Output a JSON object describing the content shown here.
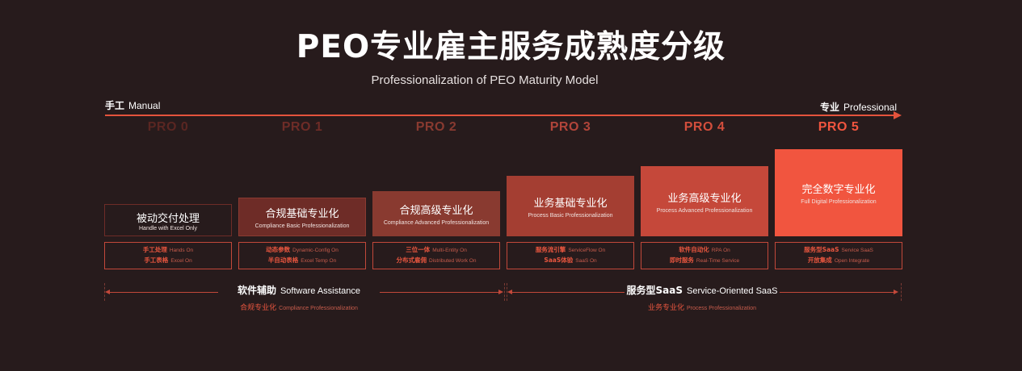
{
  "title": "PEO专业雇主服务成熟度分级",
  "subtitle": "Professionalization of PEO Maturity Model",
  "scale": {
    "left_cn": "手工",
    "left_en": "Manual",
    "right_cn": "专业",
    "right_en": "Professional"
  },
  "levels": [
    {
      "label": "PRO 0",
      "cn": "被动交付处理",
      "en": "Handle with Excel Only",
      "features": [
        {
          "cn": "手工处理",
          "en": "Hands On"
        },
        {
          "cn": "手工表格",
          "en": "Excel On"
        }
      ]
    },
    {
      "label": "PRO 1",
      "cn": "合规基础专业化",
      "en": "Compliance Basic Professionalization",
      "features": [
        {
          "cn": "动态参数",
          "en": "Dynamic-Config On"
        },
        {
          "cn": "半自动表格",
          "en": "Excel Temp On"
        }
      ]
    },
    {
      "label": "PRO 2",
      "cn": "合规高级专业化",
      "en": "Compliance Advanced Professionalization",
      "features": [
        {
          "cn": "三位一体",
          "en": "Multi-Entity On"
        },
        {
          "cn": "分布式雇佣",
          "en": "Distributed Work On"
        }
      ]
    },
    {
      "label": "PRO 3",
      "cn": "业务基础专业化",
      "en": "Process Basic Professionalization",
      "features": [
        {
          "cn": "服务流引擎",
          "en": "ServiceFlow  On"
        },
        {
          "cn": "SaaS体验",
          "en": "SaaS On"
        }
      ]
    },
    {
      "label": "PRO 4",
      "cn": "业务高级专业化",
      "en": "Process Advanced Professionalization",
      "features": [
        {
          "cn": "软件自动化",
          "en": "RPA On"
        },
        {
          "cn": "即时服务",
          "en": "Real-Time Service"
        }
      ]
    },
    {
      "label": "PRO 5",
      "cn": "完全数字专业化",
      "en": "Full Digital Professionalization",
      "features": [
        {
          "cn": "服务型SaaS",
          "en": "Service SaaS"
        },
        {
          "cn": "开放集成",
          "en": "Open Integrate"
        }
      ]
    }
  ],
  "phases": [
    {
      "title_cn": "软件辅助",
      "title_en": "Software Assistance",
      "sub_cn": "合规专业化",
      "sub_en": "Compliance Professionalization"
    },
    {
      "title_cn": "服务型SaaS",
      "title_en": "Service-Oriented SaaS",
      "sub_cn": "业务专业化",
      "sub_en": "Process Professionalization"
    }
  ],
  "colors": {
    "background": "#271b1c",
    "accent": "#e4533c",
    "pro0": "#5a2622",
    "pro1": "#6e2c27",
    "pro2": "#893a30",
    "pro3": "#a43e32",
    "pro4": "#c5483a",
    "pro5": "#f1553f"
  }
}
